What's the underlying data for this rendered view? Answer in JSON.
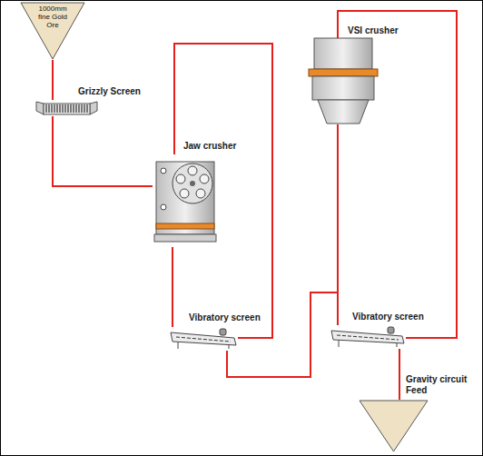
{
  "diagram": {
    "nodes": [
      {
        "text": [
          "1000mm fine Gold Ore"
        ]
      },
      {
        "text": [
          "Grizzly Screen"
        ]
      },
      {
        "text": [
          "Jaw crusher"
        ]
      },
      {
        "text": [
          "Vibratory screen"
        ]
      },
      {
        "text": [
          "VSI crusher"
        ]
      },
      {
        "text": [
          "Vibratory screen"
        ]
      },
      {
        "text": [
          "Gravity circuit Feed"
        ]
      }
    ],
    "edges": [
      {
        "from": 0,
        "to": 1,
        "arrow": "none"
      },
      {
        "from": 1,
        "to": 2,
        "arrow": "none"
      },
      {
        "from": 2,
        "to": 3,
        "arrow": "none"
      },
      {
        "from": 3,
        "to": 2,
        "arrow": "none"
      },
      {
        "from": 3,
        "to": 5,
        "arrow": "none"
      },
      {
        "from": 4,
        "to": 5,
        "arrow": "none"
      },
      {
        "from": 5,
        "to": 4,
        "arrow": "none"
      },
      {
        "from": 5,
        "to": 6,
        "arrow": "none"
      }
    ]
  }
}
